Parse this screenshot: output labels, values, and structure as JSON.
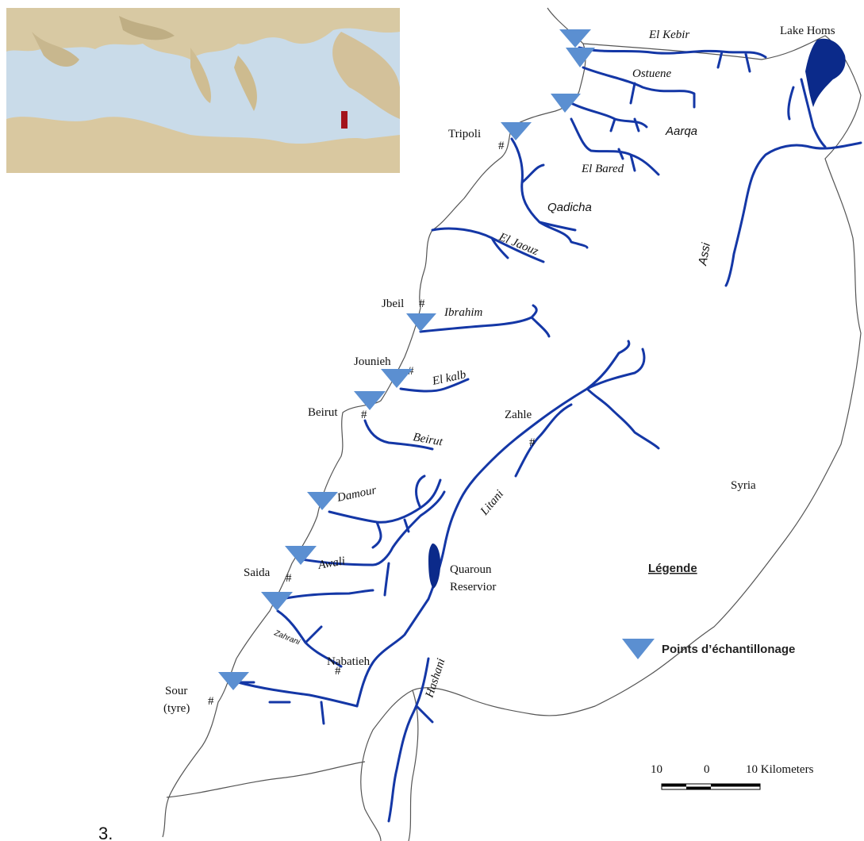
{
  "inset": {
    "description_icon": "mediterranean-relief-inset"
  },
  "cities": {
    "lake_homs": "Lake Homs",
    "tripoli": "Tripoli",
    "jbeil": "Jbeil",
    "jounieh": "Jounieh",
    "beirut": "Beirut",
    "zahle": "Zahle",
    "syria": "Syria",
    "quaroun_1": "Quaroun",
    "quaroun_2": "Reservior",
    "saida": "Saida",
    "nabatieh": "Nabatieh",
    "sour_1": "Sour",
    "sour_2": "(tyre)"
  },
  "rivers": {
    "el_kebir": "El Kebir",
    "ostuene": "Ostuene",
    "aarqa": "Aarqa",
    "el_bared": "El Bared",
    "qadicha": "Qadicha",
    "el_jaouz": "El Jaouz",
    "assi": "Assi",
    "ibrahim": "Ibrahim",
    "el_kalb": "El kalb",
    "beirut": "Beirut",
    "damour": "Damour",
    "litani": "Litani",
    "awali": "Awali",
    "zahrani": "Zahrani",
    "hashani": "Hashani"
  },
  "legend": {
    "title": "Légende",
    "item": "Points d’échantillonage",
    "marker_color": "#5b8fd1"
  },
  "scale": {
    "left": "10",
    "mid": "0",
    "right": "10 Kilometers"
  },
  "figure_number": "3.",
  "colors": {
    "river": "#1437a6",
    "lake": "#0b2a8a",
    "marker": "#5b8fd1"
  }
}
